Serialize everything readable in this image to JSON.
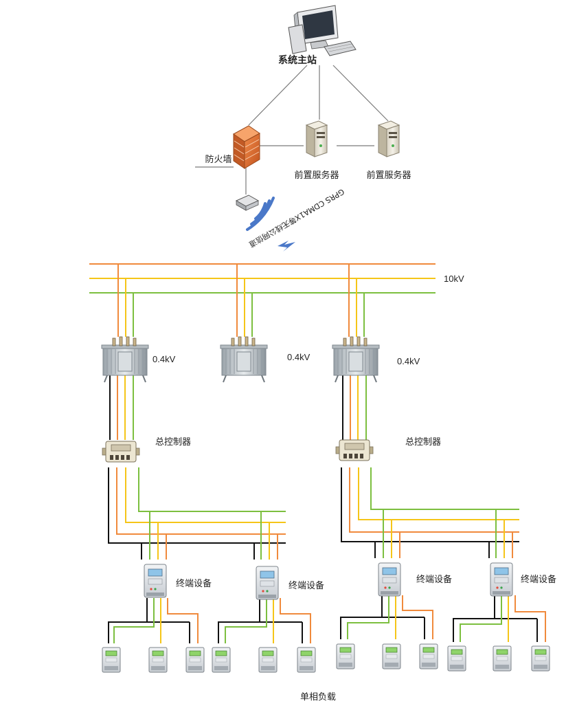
{
  "labels": {
    "master_station": "系统主站",
    "firewall": "防火墙",
    "front_server_1": "前置服务器",
    "front_server_2": "前置服务器",
    "wireless": "GPRS CDMA1X等无线公网信道",
    "bus_voltage": "10kV",
    "transformer_voltage": "0.4kV",
    "main_controller": "总控制器",
    "terminal_device": "终端设备",
    "single_phase_load": "单相负载"
  },
  "colors": {
    "phase_a": "#f08a3c",
    "phase_b": "#f5c518",
    "phase_c": "#7cbf3f",
    "neutral": "#111111",
    "network": "#777777",
    "wave": "#4a78c8"
  },
  "icons": {
    "master": "computer-icon",
    "firewall": "firewall-icon",
    "server": "server-icon",
    "modem": "modem-icon",
    "transformer": "transformer-icon",
    "controller": "controller-icon",
    "terminal": "terminal-meter-icon",
    "meter": "single-phase-meter-icon"
  }
}
